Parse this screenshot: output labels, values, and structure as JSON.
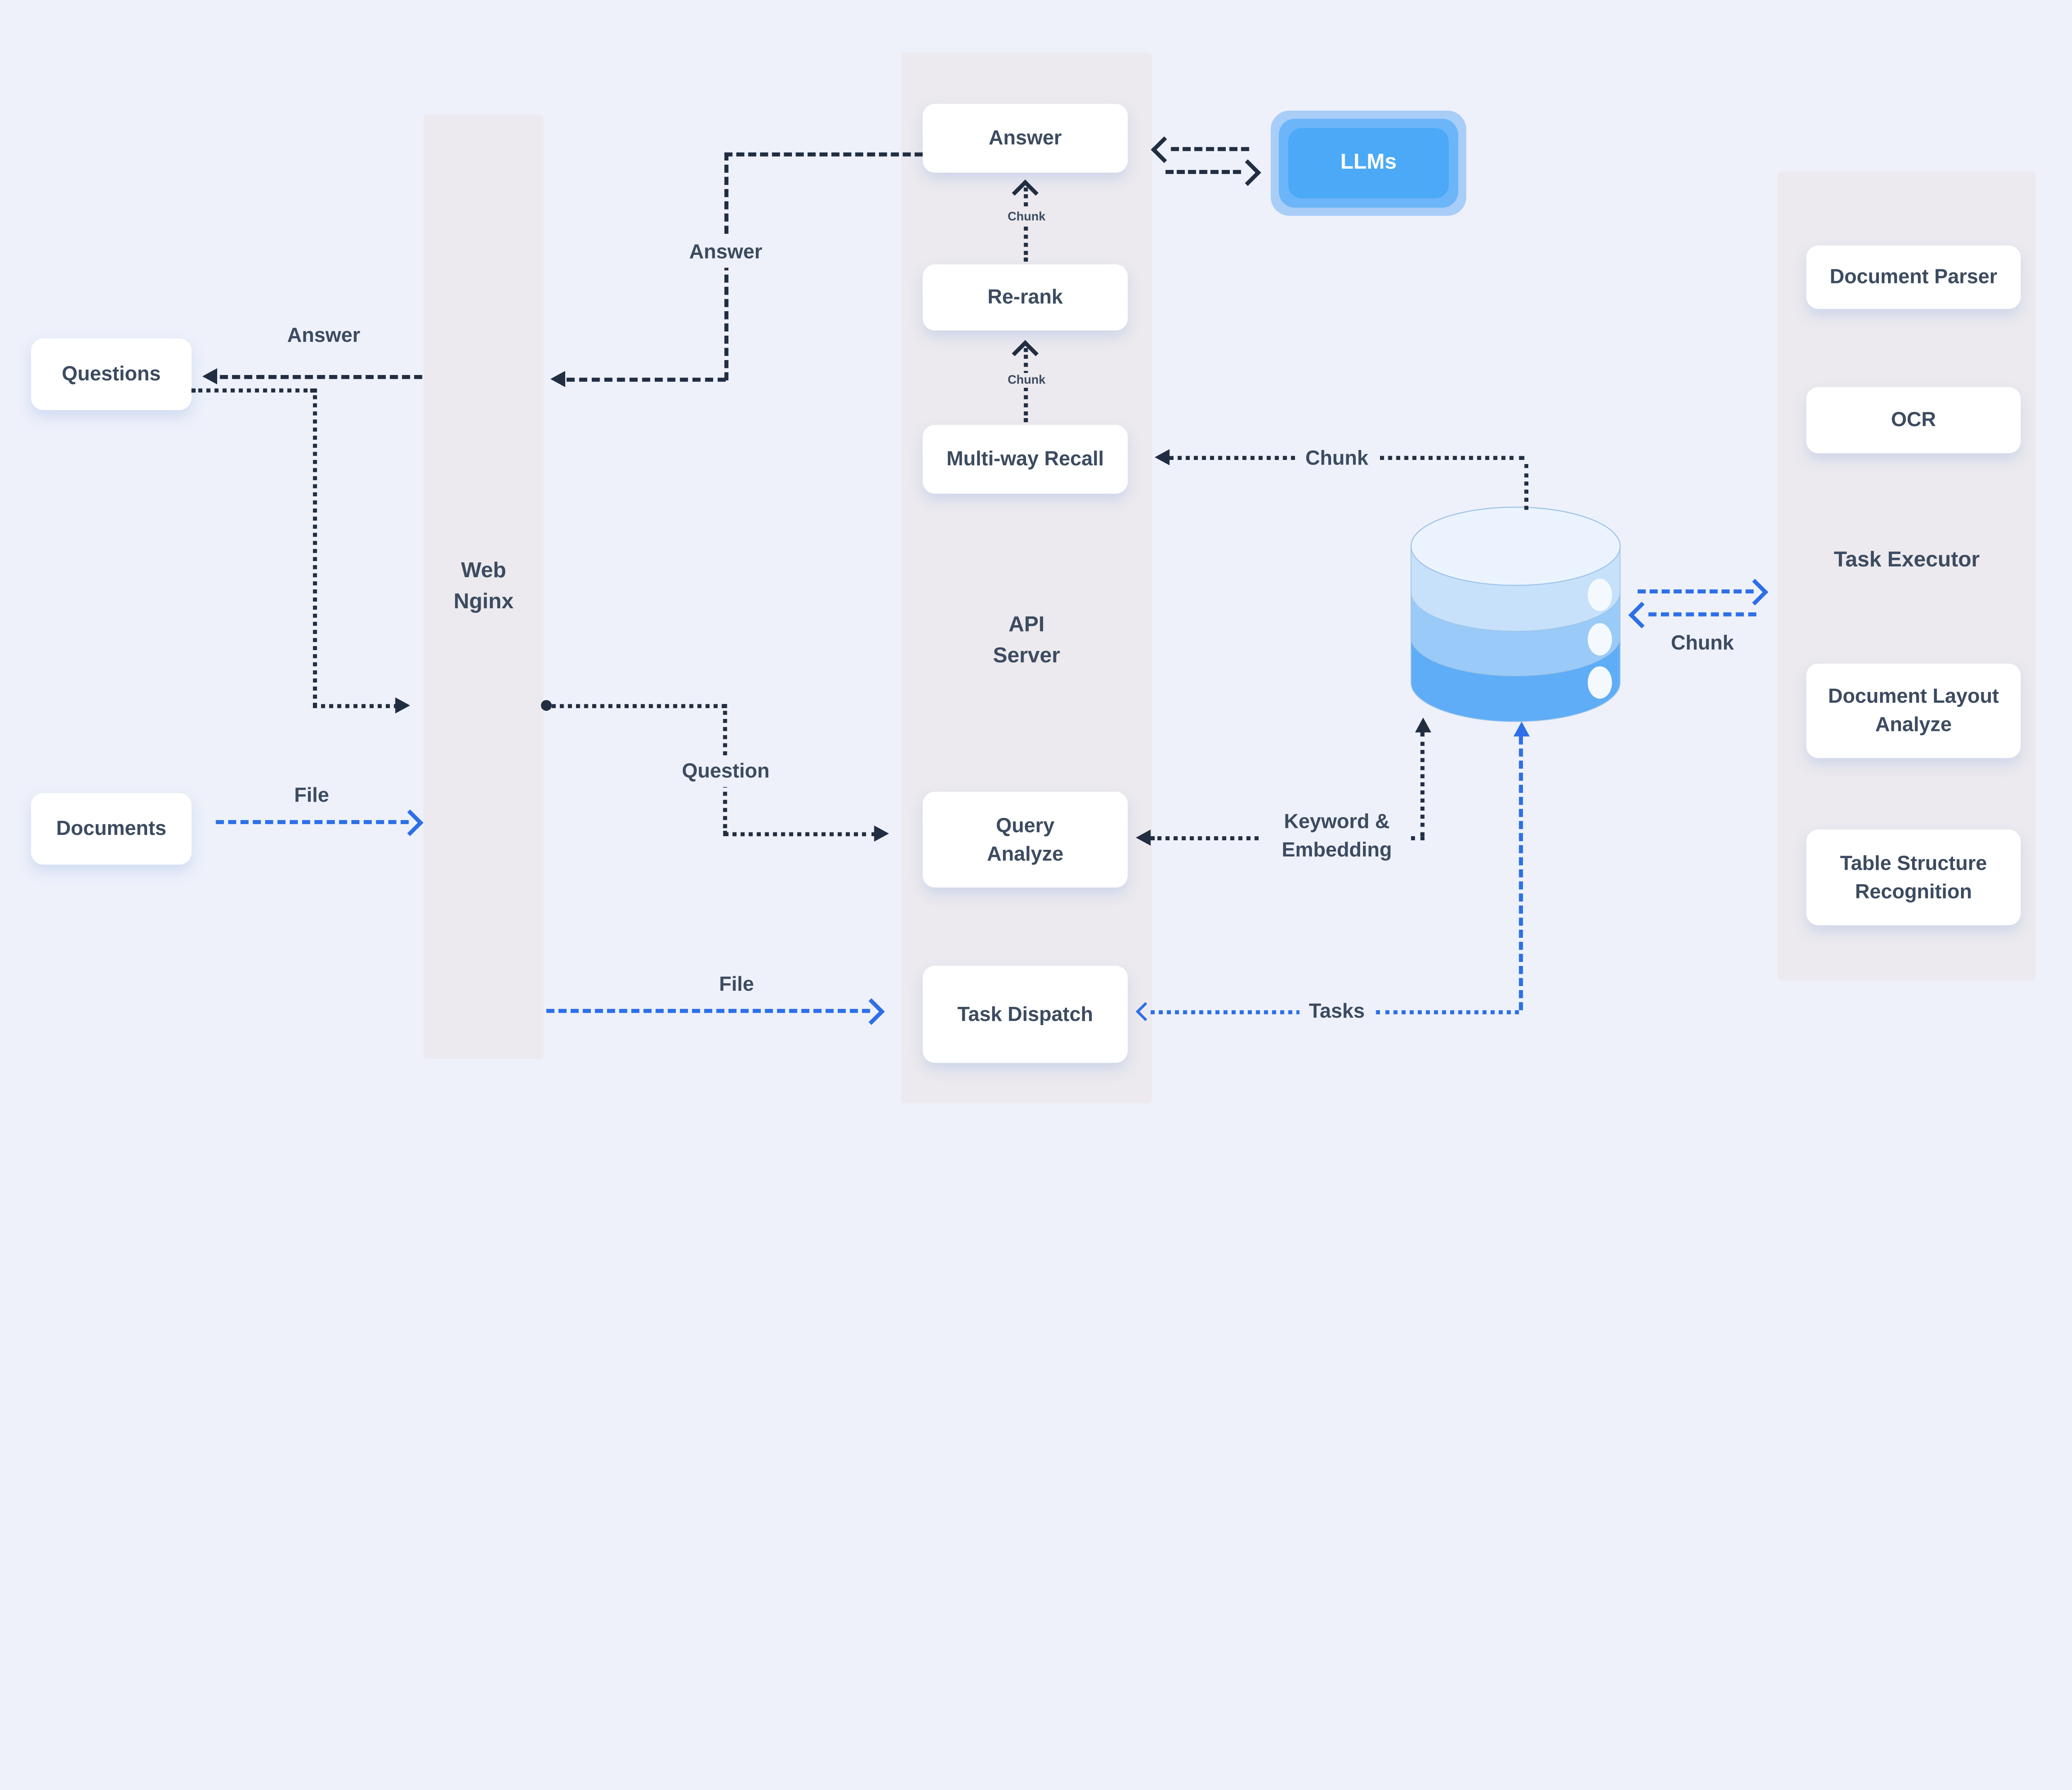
{
  "diagram": {
    "nodes": {
      "questions": "Questions",
      "documents": "Documents",
      "web_nginx": [
        "Web",
        "Nginx"
      ],
      "api_server": [
        "API",
        "Server"
      ],
      "answer": "Answer",
      "rerank": "Re-rank",
      "multiway_recall": "Multi-way Recall",
      "query_analyze": [
        "Query",
        "Analyze"
      ],
      "task_dispatch": "Task Dispatch",
      "llms": "LLMs",
      "document_parser": "Document Parser",
      "ocr": "OCR",
      "task_executor": "Task Executor",
      "document_layout_analyze": [
        "Document Layout",
        "Analyze"
      ],
      "table_structure_recognition": [
        "Table Structure",
        "Recognition"
      ]
    },
    "edges": {
      "answer_to_questions": "Answer",
      "answer_from_api": "Answer",
      "question": "Question",
      "file_upload": "File",
      "file_to_dispatch": "File",
      "chunk_rerank_to_answer": "Chunk",
      "chunk_recall_to_rerank": "Chunk",
      "chunk_db_to_recall": "Chunk",
      "chunk_db_executor": "Chunk",
      "keyword_embedding": [
        "Keyword &",
        "Embedding"
      ],
      "tasks": "Tasks"
    },
    "colors": {
      "background": "#EEF1FA",
      "panel": "#ECEAEE",
      "card": "#FFFFFF",
      "text": "#3C4B60",
      "arrow_dark": "#212E42",
      "arrow_blue": "#2D6FE8",
      "llms_outer": "#A8CDF7",
      "llms_mid": "#6BB5F8",
      "llms_inner": "#4BA9F7",
      "db_top": "#EBF4FE",
      "db_band1": "#C7E1FB",
      "db_band2": "#9ACAF8",
      "db_band3": "#5FADF6",
      "db_stroke": "#9FC4EA"
    }
  }
}
